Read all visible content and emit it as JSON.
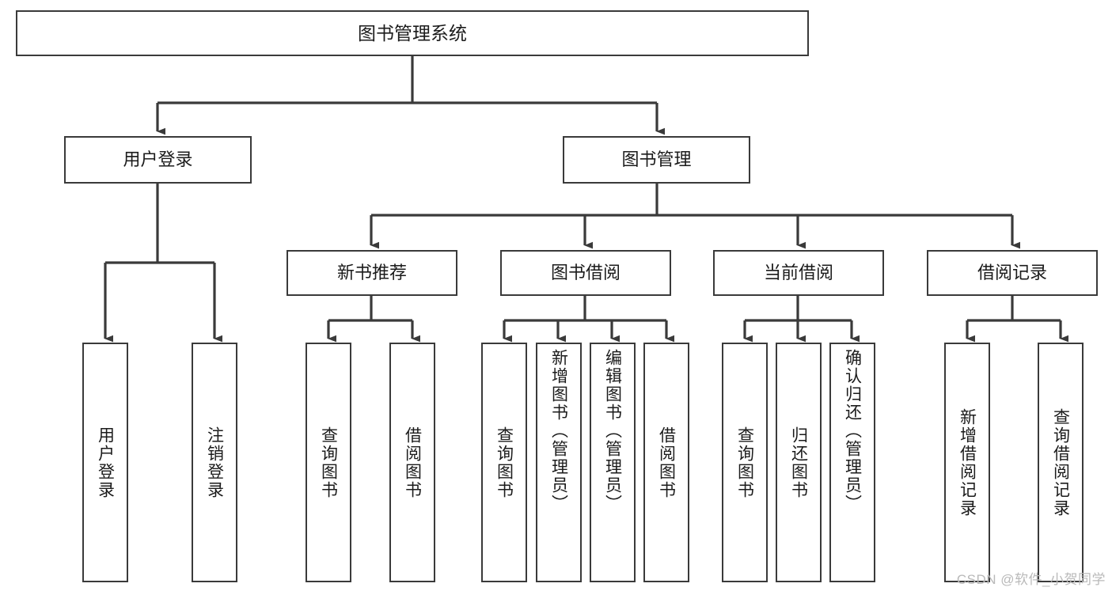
{
  "diagram": {
    "title": "图书管理系统",
    "type": "tree-hierarchy",
    "orientation": "top-down",
    "colors": {
      "box_border": "#3a3a3a",
      "box_fill": "#ffffff",
      "connector": "#3a3a3a",
      "text": "#1b1b1b",
      "watermark": "#b9b9b9",
      "background": "#ffffff"
    },
    "root": {
      "label": "图书管理系统"
    },
    "level1": [
      {
        "label": "用户登录"
      },
      {
        "label": "图书管理"
      }
    ],
    "level2": [
      {
        "label": "新书推荐"
      },
      {
        "label": "图书借阅"
      },
      {
        "label": "当前借阅"
      },
      {
        "label": "借阅记录"
      }
    ],
    "leaves": {
      "user_login": [
        {
          "label": "用户登录"
        },
        {
          "label": "注销登录"
        }
      ],
      "new_book_recommend": [
        {
          "label": "查询图书"
        },
        {
          "label": "借阅图书"
        }
      ],
      "book_borrow": [
        {
          "label": "查询图书"
        },
        {
          "label": "新增图书（管理员）"
        },
        {
          "label": "编辑图书（管理员）"
        },
        {
          "label": "借阅图书"
        }
      ],
      "current_borrow": [
        {
          "label": "查询图书"
        },
        {
          "label": "归还图书"
        },
        {
          "label": "确认归还（管理员）"
        }
      ],
      "borrow_record": [
        {
          "label": "新增借阅记录"
        },
        {
          "label": "查询借阅记录"
        }
      ]
    }
  },
  "watermark": {
    "text": "CSDN @软件_小贺同学"
  }
}
